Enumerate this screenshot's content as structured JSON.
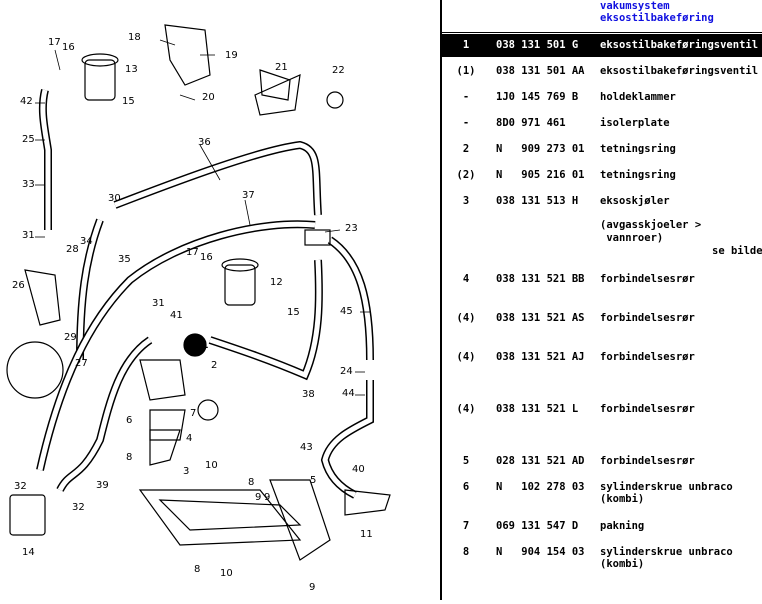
{
  "header": {
    "line1": "vakumsystem",
    "line2": "eksostilbakeføring"
  },
  "diagram": {
    "callouts": [
      "17",
      "16",
      "13",
      "15",
      "18",
      "19",
      "20",
      "21",
      "22",
      "42",
      "25",
      "33",
      "36",
      "30",
      "34",
      "31",
      "28",
      "35",
      "37",
      "23",
      "26",
      "29",
      "27",
      "17",
      "16",
      "12",
      "15",
      "31",
      "41",
      "45",
      "1",
      "2",
      "38",
      "24",
      "44",
      "6",
      "7",
      "4",
      "8",
      "43",
      "40",
      "10",
      "3",
      "8",
      "9",
      "5",
      "11",
      "32",
      "32",
      "39",
      "14",
      "9",
      "8",
      "10",
      "9"
    ]
  },
  "parts": [
    {
      "pos": "1",
      "partno": "038 131 501 G",
      "desc": "eksostilbakeføringsventil",
      "selected": true
    },
    {
      "pos": "(1)",
      "partno": "038 131 501 AA",
      "desc": "eksostilbakeføringsventil"
    },
    {
      "pos": "-",
      "partno": "1J0 145 769 B",
      "desc": "holdeklammer"
    },
    {
      "pos": "-",
      "partno": "8D0 971 461",
      "desc": "isolerplate"
    },
    {
      "pos": "2",
      "partno": "N   909 273 01",
      "desc": "tetningsring"
    },
    {
      "pos": "(2)",
      "partno": "N   905 216 01",
      "desc": "tetningsring"
    },
    {
      "pos": "3",
      "partno": "038 131 513 H",
      "desc": "eksoskjøler"
    },
    {
      "pos": "4",
      "partno": "038 131 521 BB",
      "desc": "forbindelsesrør"
    },
    {
      "pos": "(4)",
      "partno": "038 131 521 AS",
      "desc": "forbindelsesrør"
    },
    {
      "pos": "(4)",
      "partno": "038 131 521 AJ",
      "desc": "forbindelsesrør"
    },
    {
      "pos": "(4)",
      "partno": "038 131 521 L",
      "desc": "forbindelsesrør"
    },
    {
      "pos": "5",
      "partno": "028 131 521 AD",
      "desc": "forbindelsesrør"
    },
    {
      "pos": "6",
      "partno": "N   102 278 03",
      "desc": "sylinderskrue unbraco"
    },
    {
      "pos": "7",
      "partno": "069 131 547 D",
      "desc": "pakning"
    },
    {
      "pos": "8",
      "partno": "N   904 154 03",
      "desc": "sylinderskrue unbraco"
    }
  ],
  "notes": {
    "row3_line2": "(avgasskjoeler >",
    "row3_line3": " vannroer)",
    "row3_line4": "se bilde",
    "row13_line2": "(kombi)",
    "row15_line2": "(kombi)"
  }
}
